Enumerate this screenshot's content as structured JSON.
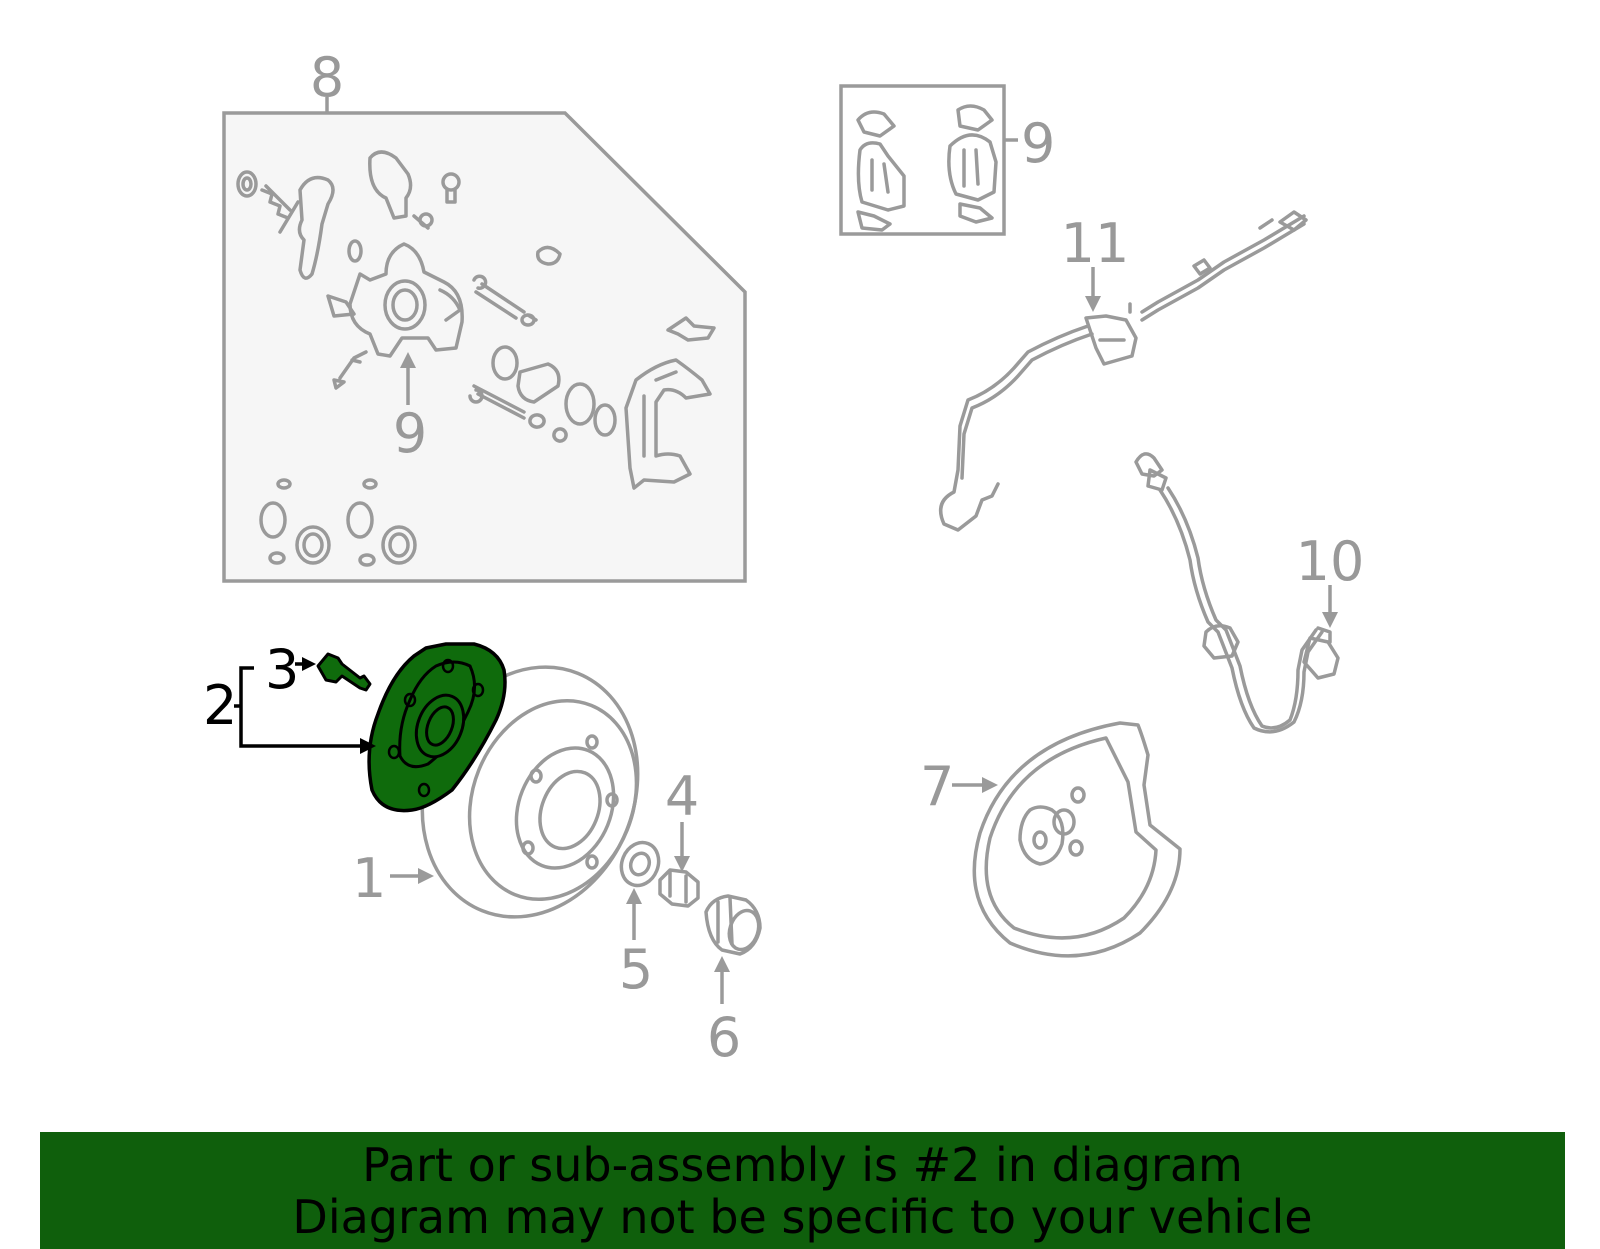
{
  "diagram": {
    "colors": {
      "line": "#9a9a9a",
      "highlight_fill": "#0f6b0c",
      "highlight_stroke": "#000000",
      "box_fill": "#f6f6f6",
      "banner": "#0f5f0c"
    },
    "callouts": {
      "c1": "1",
      "c2": "2",
      "c3": "3",
      "c4": "4",
      "c5": "5",
      "c6": "6",
      "c7": "7",
      "c8": "8",
      "c9a": "9",
      "c9b": "9",
      "c10": "10",
      "c11": "11"
    },
    "highlighted_part": "2"
  },
  "footer": {
    "line1": "Part or sub-assembly is #2 in diagram",
    "line2": "Diagram may not be specific to your vehicle"
  }
}
